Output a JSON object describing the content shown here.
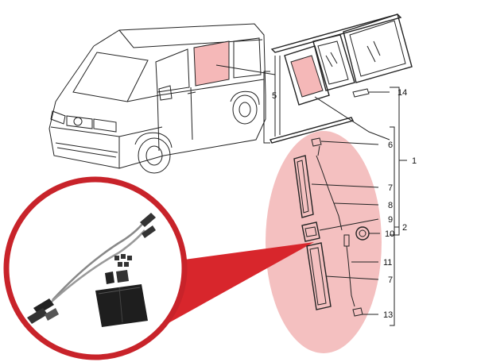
{
  "diagram": {
    "callouts": [
      "14",
      "6",
      "7",
      "8",
      "9",
      "10",
      "11",
      "7",
      "13",
      "5",
      "1",
      "2"
    ],
    "colors": {
      "highlight_fill": "#f5b8b8",
      "highlight_ellipse": "#f4c0c0",
      "zoom_ring": "#c8232a",
      "wedge": "#d8262c",
      "line": "#222222"
    }
  }
}
